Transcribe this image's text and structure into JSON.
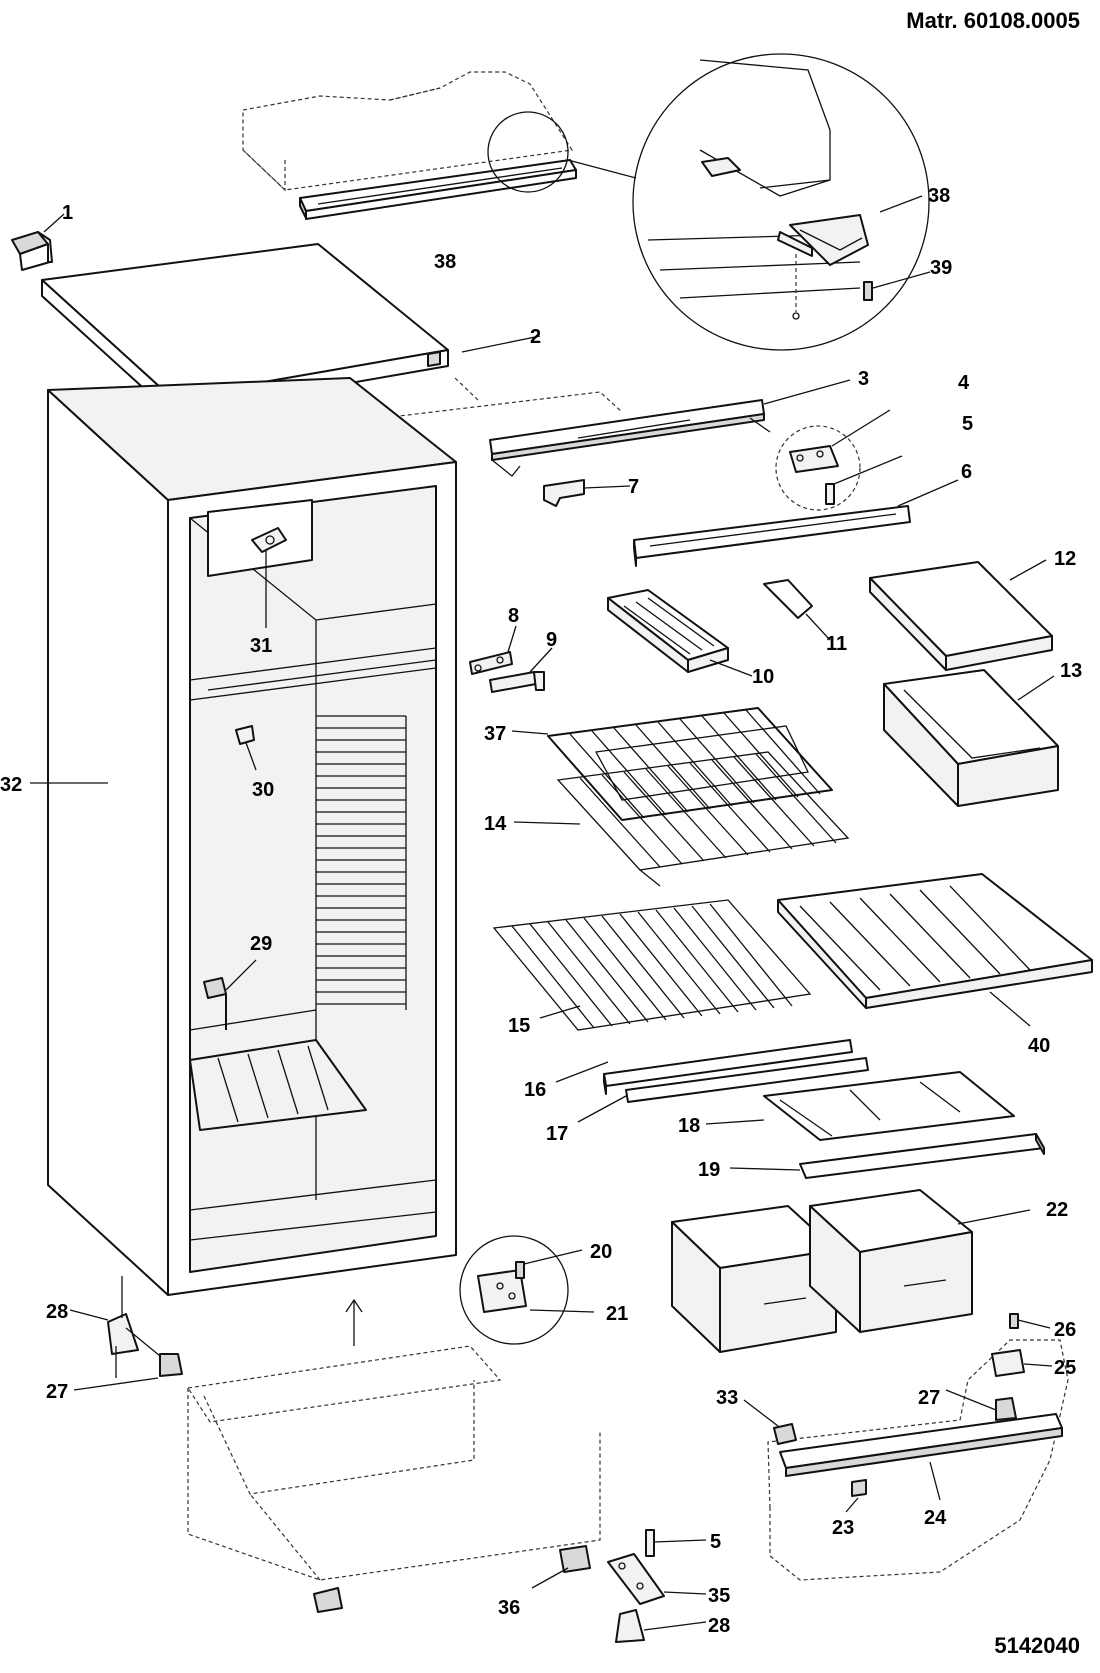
{
  "header": {
    "material_code": "Matr. 60108.0005",
    "drawing_number": "5142040"
  },
  "part_labels": [
    "1",
    "2",
    "3",
    "4",
    "5",
    "6",
    "7",
    "8",
    "9",
    "10",
    "11",
    "12",
    "13",
    "14",
    "15",
    "16",
    "17",
    "18",
    "19",
    "20",
    "21",
    "22",
    "23",
    "24",
    "25",
    "26",
    "27",
    "28",
    "29",
    "30",
    "31",
    "32",
    "33",
    "35",
    "36",
    "37",
    "38",
    "39",
    "40"
  ]
}
